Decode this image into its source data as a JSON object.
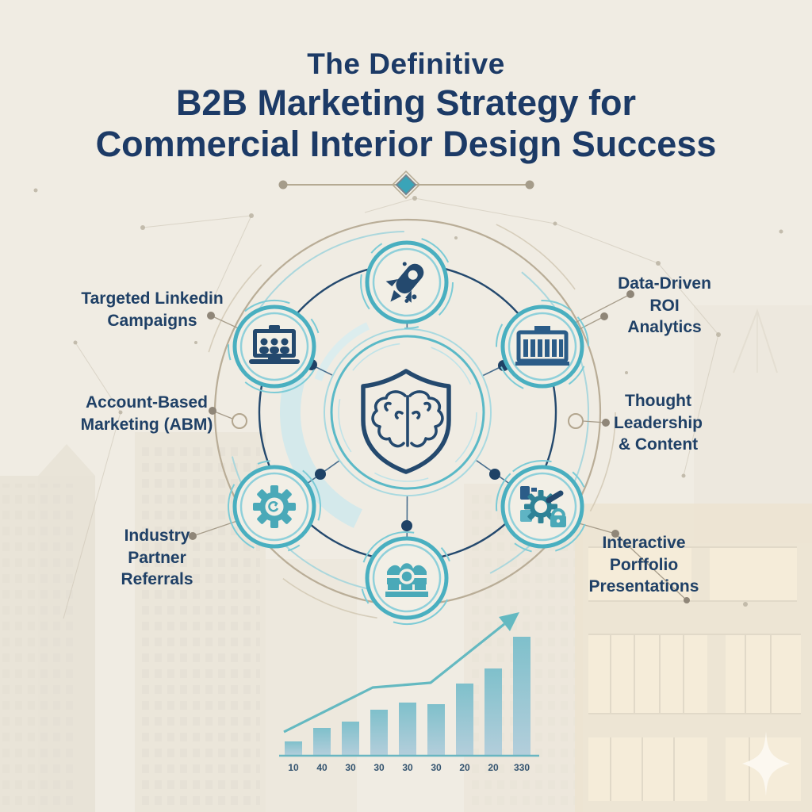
{
  "title": {
    "line1": "The Definitive",
    "line2": "B2B Marketing Strategy for",
    "line3": "Commercial Interior Design Success"
  },
  "divider": {
    "style": "line-with-end-dots-and-center-diamond",
    "diamond_color": "#3aa4b8"
  },
  "hub": {
    "center_icon": "shield-brain-icon",
    "satellites": [
      {
        "position": "top",
        "icon": "rocket-icon"
      },
      {
        "position": "upper-left",
        "icon": "presentation-audience-icon"
      },
      {
        "position": "upper-right",
        "icon": "analytics-panel-icon"
      },
      {
        "position": "lower-left",
        "icon": "gear-icon"
      },
      {
        "position": "lower-right",
        "icon": "search-security-icon"
      },
      {
        "position": "bottom",
        "icon": "crown-icon"
      }
    ],
    "labels": [
      {
        "text": "Targeted Linkedin\nCampaigns",
        "side": "left"
      },
      {
        "text": "Account-Based\nMarketing (ABM)",
        "side": "left"
      },
      {
        "text": "Industry\nPartner\nReferrals",
        "side": "left"
      },
      {
        "text": "Data-Driven\nROI\nAnalytics",
        "side": "right"
      },
      {
        "text": "Thought\nLeadership\n& Content",
        "side": "right"
      },
      {
        "text": "Interactive\nPorffolio\nPresentations",
        "side": "right"
      }
    ]
  },
  "chart_data": {
    "type": "bar",
    "categories": [
      "10",
      "40",
      "30",
      "30",
      "30",
      "30",
      "20",
      "20",
      "330"
    ],
    "values": [
      17,
      34,
      42,
      57,
      66,
      64,
      90,
      109,
      149
    ],
    "ylim": [
      0,
      160
    ],
    "title": "",
    "xlabel": "",
    "ylabel": "",
    "grid": false,
    "legend": false,
    "trend_line": {
      "shape": "rising-polyline-with-arrowhead",
      "color": "#64b9c1"
    },
    "bar_color_top": "#7fc0cb",
    "bar_color_bottom": "#b3cedb",
    "axis_color": "#69b6c1"
  },
  "colors": {
    "background": "#f0ece3",
    "navy": "#1c3a66",
    "teal": "#3fa8bc",
    "light_teal": "#8fd0d9",
    "tan_ring": "#b3a68f",
    "icon_navy": "#24496e"
  },
  "watermark": {
    "corner_icon": "four-point-star-icon"
  }
}
